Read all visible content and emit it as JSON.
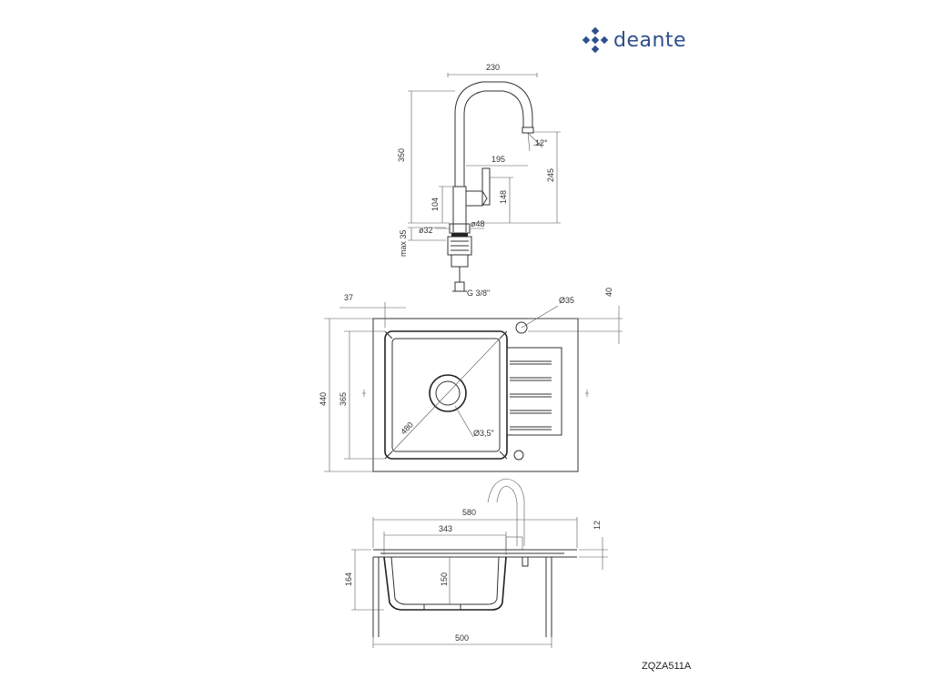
{
  "brand": {
    "name": "deante",
    "color": "#2e4f8f",
    "logo_icon": "deante-logo-icon"
  },
  "model_code": "ZQZA511A",
  "faucet": {
    "dims": {
      "width": "230",
      "height": "350",
      "reach": "195",
      "spout_height": "245",
      "body_height": "104",
      "lever_height": "148",
      "base_diameter": "ø48",
      "hole_diameter": "ø32",
      "max_thickness": "max 35",
      "connection": "G 3/8\"",
      "angle": "12°"
    }
  },
  "sink_top": {
    "dims": {
      "bowl_offset": "37",
      "tap_hole": "Ø35",
      "tap_offset": "40",
      "overall_depth": "440",
      "bowl_depth": "365",
      "diagonal": "480",
      "drain": "Ø3,5\""
    }
  },
  "sink_side": {
    "dims": {
      "overall_width": "580",
      "bowl_width": "343",
      "rim": "12",
      "overall_height": "164",
      "bowl_height": "150",
      "cabinet": "500"
    }
  }
}
